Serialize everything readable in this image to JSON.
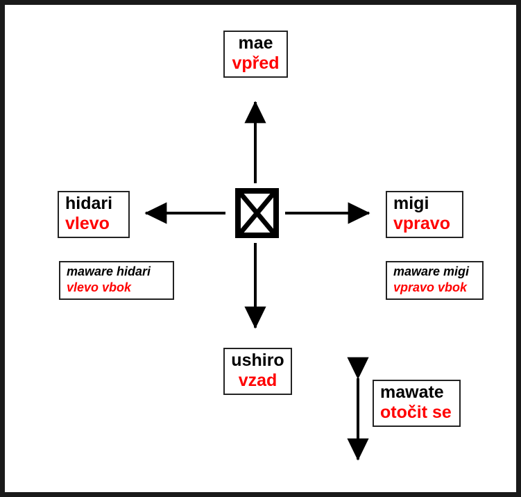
{
  "diagram": {
    "title_text": "",
    "colors": {
      "romaji": "#000000",
      "czech": "#ff0000",
      "line": "#000000",
      "frame": "#1a1a1a",
      "background": "#ffffff"
    },
    "center_symbol": "crossed-square",
    "boxes": {
      "mae": {
        "romaji": "mae",
        "czech": "vpřed"
      },
      "hidari": {
        "romaji": "hidari",
        "czech": "vlevo"
      },
      "migi": {
        "romaji": "migi",
        "czech": "vpravo"
      },
      "ushiro": {
        "romaji": "ushiro",
        "czech": "vzad"
      },
      "maware_hidari": {
        "romaji": "maware hidari",
        "czech": "vlevo vbok"
      },
      "maware_migi": {
        "romaji": "maware migi",
        "czech": "vpravo vbok"
      },
      "mawate": {
        "romaji": "mawate",
        "czech": "otočit se"
      }
    },
    "arrows": [
      {
        "name": "arrow-up",
        "direction": "up",
        "heads": 1
      },
      {
        "name": "arrow-down",
        "direction": "down",
        "heads": 1
      },
      {
        "name": "arrow-left",
        "direction": "left",
        "heads": 1
      },
      {
        "name": "arrow-right",
        "direction": "right",
        "heads": 1
      },
      {
        "name": "arrow-turn-around",
        "direction": "vertical",
        "heads": 2
      }
    ]
  }
}
